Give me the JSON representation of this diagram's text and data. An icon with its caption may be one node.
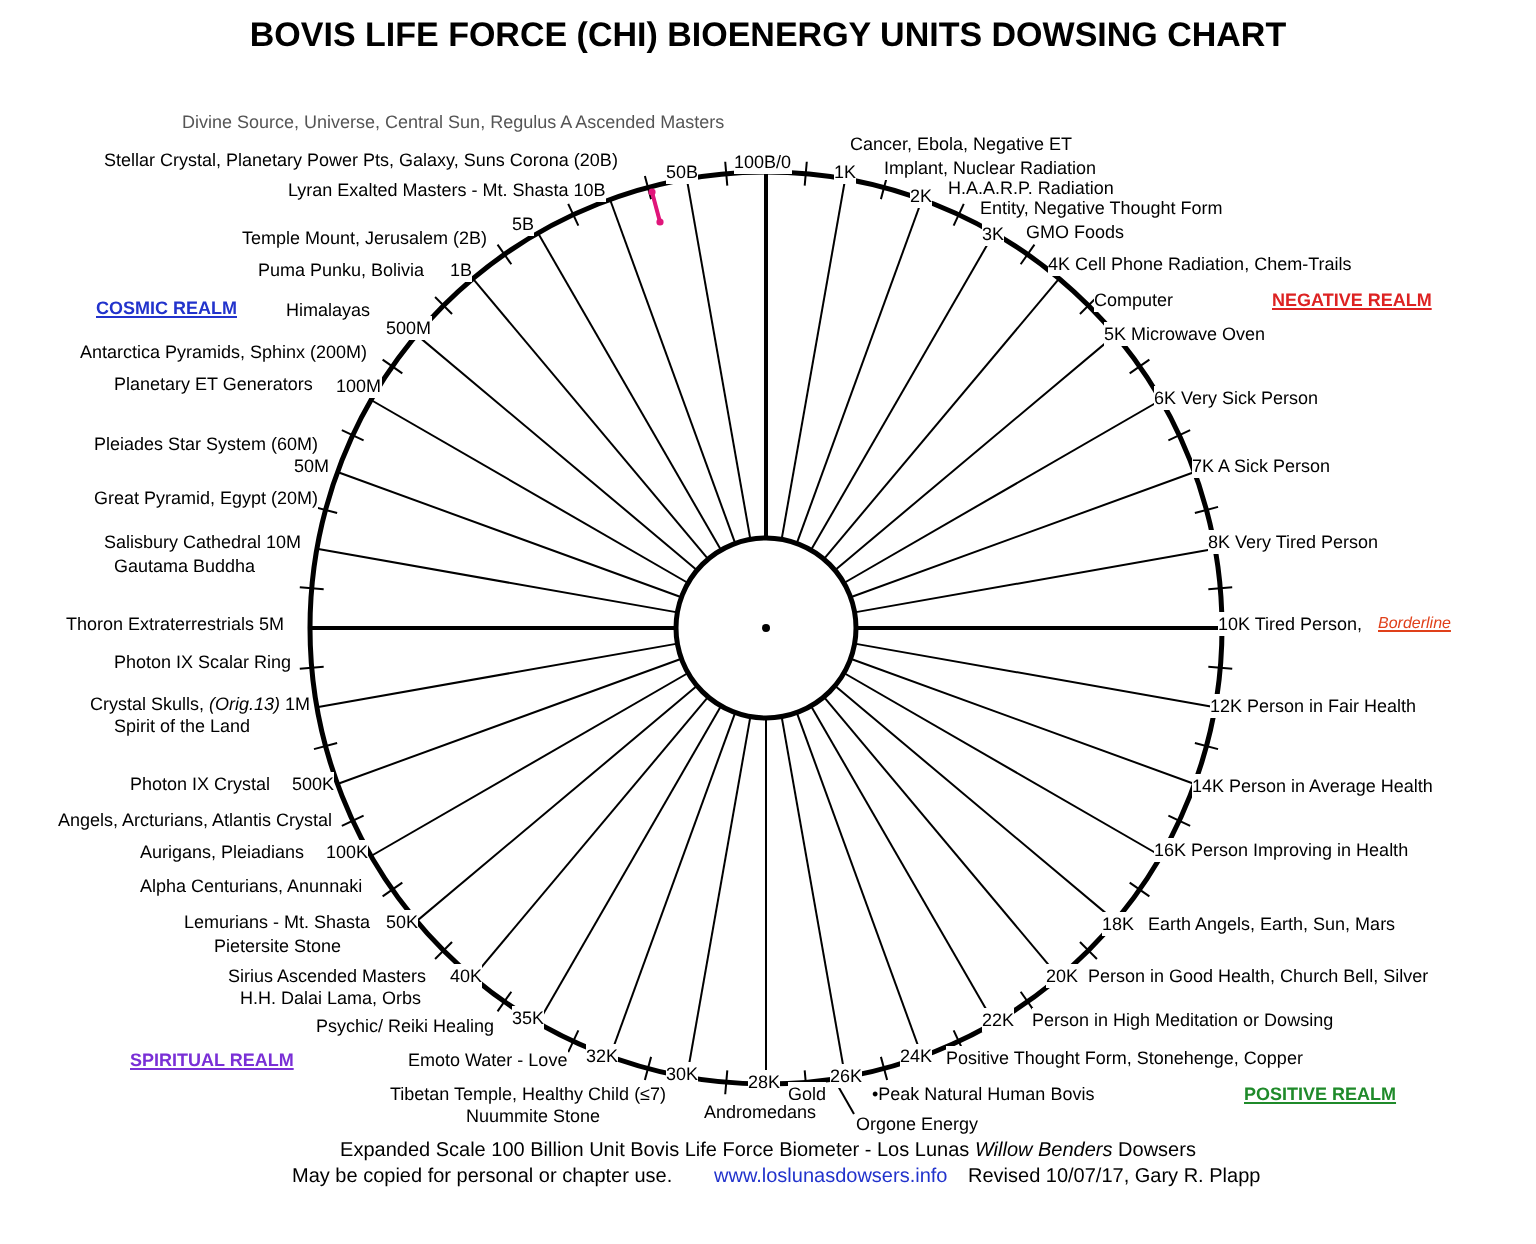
{
  "diagram": {
    "title": "BOVIS LIFE FORCE (CHI) BIOENERGY UNITS DOWSING CHART",
    "caption": "Expanded Scale 100 Billion Unit Bovis Life Force Biometer - Los Lunas *Willow Benders* Dowsers",
    "nodes": [
      {
        "text": [
          "Orgone Energy"
        ]
      },
      {
        "text": [
          "26K"
        ]
      }
    ],
    "edges": [
      {
        "from": 0,
        "to": 1,
        "arrow": "none"
      }
    ],
    "labels": [
      "Divine Source, Universe, Central Sun, Regulus A Ascended Masters",
      "Stellar Crystal, Planetary Power Pts, Galaxy, Suns Corona (20B)",
      "100B/0",
      "Cancer, Ebola, Negative ET",
      "50B",
      "1K",
      "Implant, Nuclear Radiation",
      "Lyran Exalted Masters - Mt. Shasta 10B",
      "2K",
      "H.A.A.R.P. Radiation",
      "Entity, Negative Thought Form",
      "5B",
      "Temple Mount, Jerusalem (2B)",
      "3K",
      "GMO Foods",
      "Puma Punku, Bolivia",
      "1B",
      "4K Cell Phone Radiation, Chem-Trails",
      "COSMIC REALM",
      "Himalayas",
      "Computer",
      "NEGATIVE REALM",
      "500M",
      "5K Microwave Oven",
      "Antarctica Pyramids, Sphinx (200M)",
      "Planetary ET Generators",
      "100M",
      "6K Very Sick Person",
      "Pleiades Star System (60M)",
      "50M",
      "7K A Sick Person",
      "Great Pyramid, Egypt (20M)",
      "Salisbury Cathedral 10M",
      "8K Very Tired Person",
      "Gautama Buddha",
      "Thoron Extraterrestrials 5M",
      "10K Tired Person,",
      "Borderline",
      "Photon IX Scalar Ring",
      "Crystal Skulls, *(Orig.13)* 1M",
      "12K Person in Fair Health",
      "Spirit of the Land",
      "Photon IX Crystal",
      "500K",
      "14K Person in Average Health",
      "Angels, Arcturians, Atlantis Crystal",
      "Aurigans, Pleiadians",
      "100K",
      "16K Person Improving in Health",
      "Alpha Centurians, Anunnaki",
      "Lemurians - Mt. Shasta",
      "50K",
      "18K",
      "Earth Angels, Earth, Sun, Mars",
      "Pietersite Stone",
      "Sirius Ascended Masters",
      "40K",
      "20K",
      "Person in Good Health, Church Bell, Silver",
      "H.H. Dalai Lama, Orbs",
      "35K",
      "Psychic/ Reiki Healing",
      "22K",
      "Person in High Meditation or Dowsing",
      "SPIRITUAL REALM",
      "Emoto Water - Love",
      "32K",
      "30K",
      "24K",
      "Positive Thought Form, Stonehenge, Copper",
      "Tibetan Temple, Healthy Child (≤7)",
      "28K",
      "Gold",
      "•Peak Natural Human Bovis",
      "POSITIVE REALM",
      "Nuummite Stone",
      "Andromedans",
      "May be copied for personal or chapter use.",
      "www.loslunasdowsers.info",
      "Revised 10/07/17, Gary R. Plapp"
    ]
  }
}
